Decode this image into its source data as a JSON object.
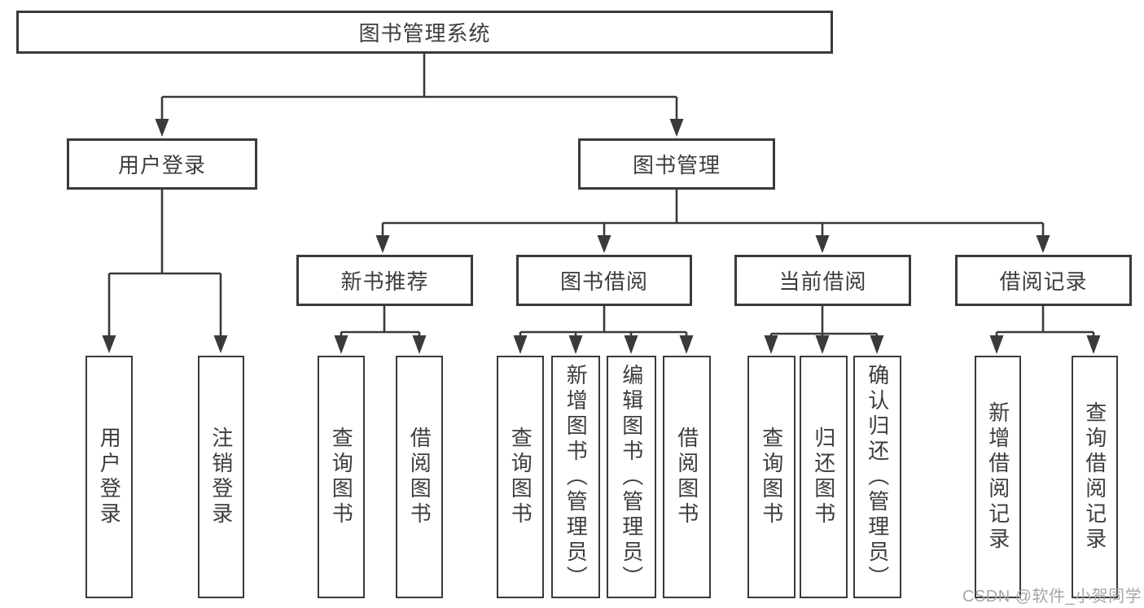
{
  "diagram": {
    "type": "hierarchy-tree",
    "tree": {
      "label": "图书管理系统",
      "children": [
        {
          "label": "用户登录",
          "children": [
            {
              "label": "用户登录"
            },
            {
              "label": "注销登录"
            }
          ]
        },
        {
          "label": "图书管理",
          "children": [
            {
              "label": "新书推荐",
              "children": [
                {
                  "label": "查询图书"
                },
                {
                  "label": "借阅图书"
                }
              ]
            },
            {
              "label": "图书借阅",
              "children": [
                {
                  "label": "查询图书"
                },
                {
                  "label": "新增图书（管理员）"
                },
                {
                  "label": "编辑图书（管理员）"
                },
                {
                  "label": "借阅图书"
                }
              ]
            },
            {
              "label": "当前借阅",
              "children": [
                {
                  "label": "查询图书"
                },
                {
                  "label": "归还图书"
                },
                {
                  "label": "确认归还（管理员）"
                }
              ]
            },
            {
              "label": "借阅记录",
              "children": [
                {
                  "label": "新增借阅记录"
                },
                {
                  "label": "查询借阅记录"
                }
              ]
            }
          ]
        }
      ]
    },
    "colors": {
      "line": "#3a3a3a",
      "text": "#3d3d3d",
      "box_background": "#ffffff",
      "watermark": "#a6a6a6"
    }
  },
  "watermark": {
    "text": "CSDN @软件_小贺同学"
  }
}
